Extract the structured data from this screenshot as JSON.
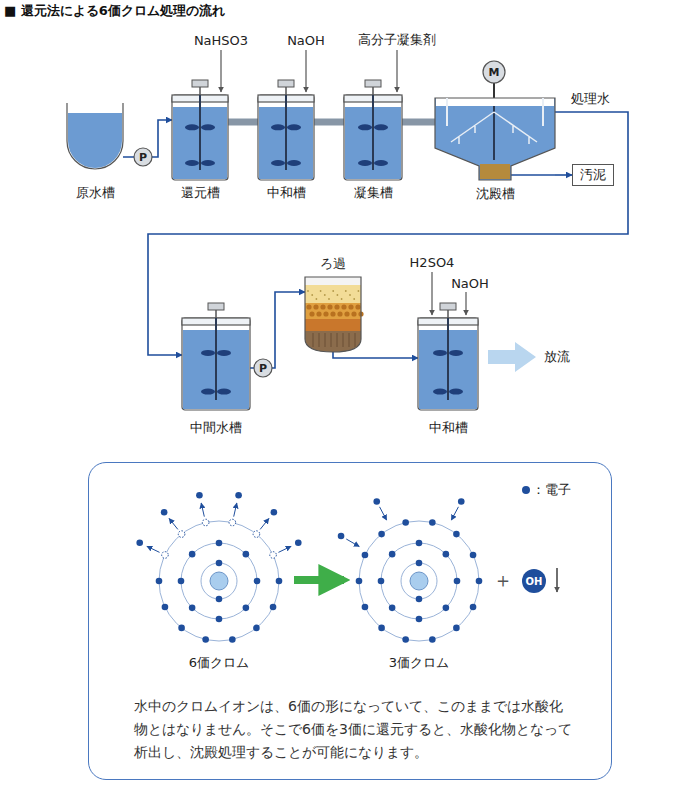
{
  "diagram": {
    "title": "■ 還元法による6価クロム処理の流れ",
    "nodes": [
      {
        "text": [
          "原水槽"
        ]
      },
      {
        "text": [
          "還元槽"
        ]
      },
      {
        "text": [
          "中和槽"
        ]
      },
      {
        "text": [
          "凝集槽"
        ]
      },
      {
        "text": [
          "沈殿槽"
        ]
      },
      {
        "text": [
          "汚泥"
        ]
      },
      {
        "text": [
          "中間水槽"
        ]
      },
      {
        "text": [
          "ろ過"
        ]
      },
      {
        "text": [
          "中和槽"
        ]
      },
      {
        "text": [
          "水中のクロムイオンは、6価の形になっていて、このままでは水酸化物とはなりません。そこで6価を3価に還元すると、水酸化物となって析出し、沈殿処理することが可能になります。"
        ]
      },
      {
        "text": [
          "6価クロム"
        ],
        "in": 9
      },
      {
        "text": [
          "3価クロム"
        ],
        "in": 9
      },
      {
        "text": [
          "OH"
        ],
        "in": 9
      }
    ],
    "edges": [
      {
        "from": 0,
        "to": 1,
        "arrow": "to"
      },
      {
        "from": 1,
        "to": 2,
        "arrow": "none"
      },
      {
        "from": 2,
        "to": 3,
        "arrow": "none"
      },
      {
        "from": 3,
        "to": 4,
        "arrow": "none"
      },
      {
        "from": 4,
        "to": 5,
        "arrow": "to"
      },
      {
        "from": 4,
        "to": 6,
        "arrow": "to",
        "label": "処理水"
      },
      {
        "from": 6,
        "to": 7,
        "arrow": "to"
      },
      {
        "from": 7,
        "to": 8,
        "arrow": "to"
      },
      {
        "from": 10,
        "to": 11,
        "arrow": "to"
      }
    ],
    "labels": [
      "NaHSO3",
      "NaOH",
      "高分子凝集剤",
      "M",
      "P",
      "P",
      "H2SO4",
      "NaOH",
      "放流",
      "＋"
    ],
    "legend": [
      {
        "text": "：電子",
        "color": "#1f4e9c"
      }
    ]
  }
}
